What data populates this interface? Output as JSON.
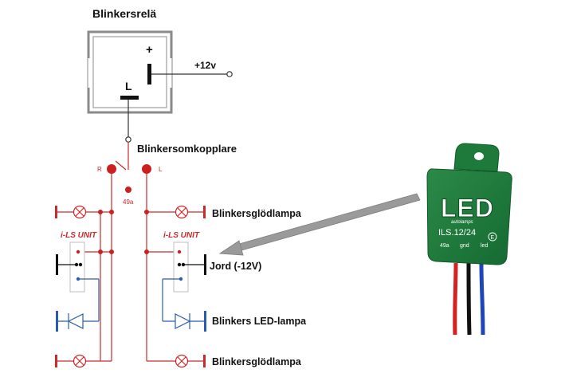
{
  "relay": {
    "title": "Blinkersrelä",
    "plus_sign": "+",
    "voltage_label": "+12v",
    "terminal_l": "L"
  },
  "switch": {
    "label": "Blinkersomkopplare",
    "left_letter": "R",
    "right_letter": "L",
    "terminal": "49a"
  },
  "units": {
    "left_label": "i-LS UNIT",
    "right_label": "i-LS UNIT"
  },
  "callouts": {
    "top_lamp": "Blinkersglödlampa",
    "ground": "Jord (-12V)",
    "led_lamp": "Blinkers LED-lampa",
    "bottom_lamp": "Blinkersglödlampa"
  },
  "module": {
    "logo": "LED",
    "brand": "autolamps",
    "model": "ILS.12/24",
    "pin_49a": "49a",
    "pin_gnd": "gnd",
    "pin_led": "led",
    "mark": "E"
  },
  "colors": {
    "wire_red": "#cc2a2a",
    "wire_blue": "#2a5db0",
    "module_green": "#1f7a3c"
  }
}
